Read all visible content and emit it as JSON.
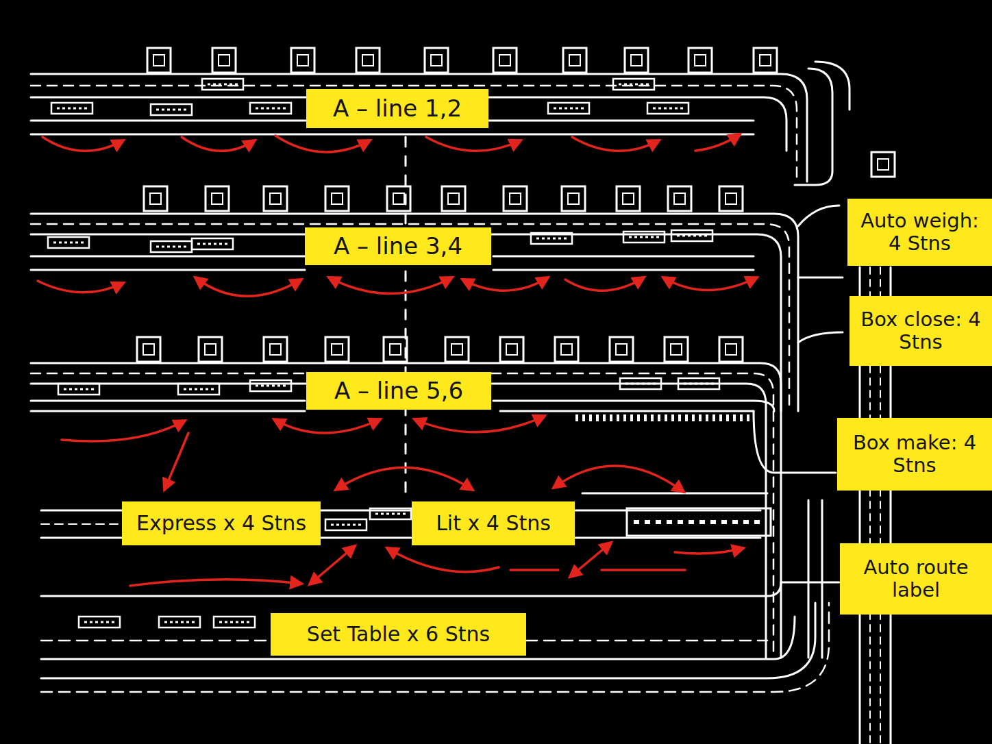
{
  "diagram": {
    "nodes": [
      {
        "text": [
          "A – line 1,2"
        ]
      },
      {
        "text": [
          "Auto weigh: 4 Stns"
        ]
      },
      {
        "text": [
          "A – line 3,4"
        ]
      },
      {
        "text": [
          "Box close: 4 Stns"
        ]
      },
      {
        "text": [
          "A – line 5,6"
        ]
      },
      {
        "text": [
          "Box make: 4 Stns"
        ]
      },
      {
        "text": [
          "Express x 4 Stns"
        ]
      },
      {
        "text": [
          "Lit x 4 Stns"
        ]
      },
      {
        "text": [
          "Auto route label"
        ]
      },
      {
        "text": [
          "Set Table x 6 Stns"
        ]
      }
    ]
  }
}
